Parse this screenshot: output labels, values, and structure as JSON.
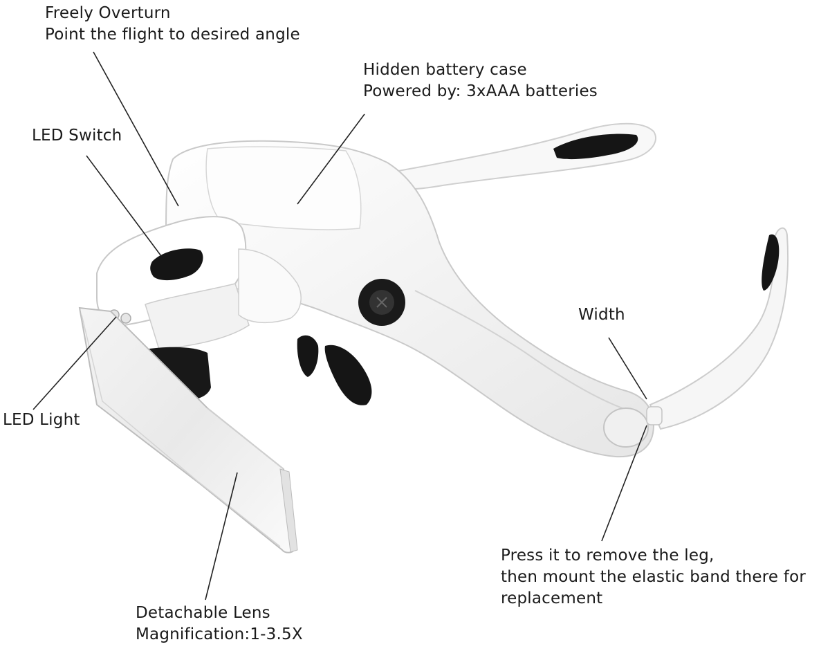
{
  "labels": {
    "freely_overturn": {
      "line1": "Freely Overturn",
      "line2": "Point the flight to desired angle"
    },
    "battery_case": {
      "line1": "Hidden battery case",
      "line2": "Powered by: 3xAAA batteries"
    },
    "led_switch": {
      "line1": "LED Switch"
    },
    "width": {
      "line1": "Width"
    },
    "led_light": {
      "line1": "LED Light"
    },
    "press_leg": {
      "line1": "Press it to remove the leg,",
      "line2": "then mount the elastic band there for",
      "line3": "replacement"
    },
    "detachable_lens": {
      "line1": "Detachable Lens",
      "line2": "Magnification:1-3.5X"
    }
  },
  "colors": {
    "text": "#1a1a1a",
    "leader_line": "#222222",
    "body_white": "#f7f7f7",
    "body_shadow": "#d9d9d9",
    "rubber_black": "#151515"
  }
}
